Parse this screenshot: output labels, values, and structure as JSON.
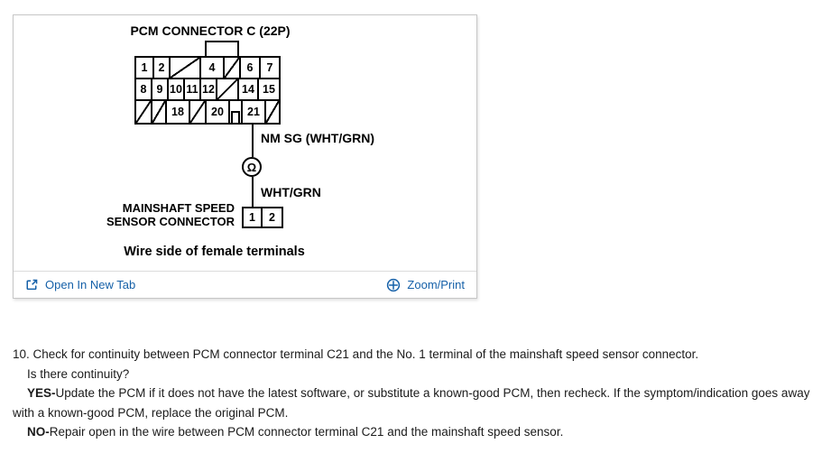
{
  "colors": {
    "link_blue": "#1560a8"
  },
  "figure_panel": {
    "title": "PCM CONNECTOR C (22P)",
    "pcm_connector": {
      "rows": [
        [
          "1",
          "2",
          "",
          "4",
          "",
          "6",
          "7"
        ],
        [
          "8",
          "9",
          "10",
          "11",
          "12",
          "",
          "14",
          "15"
        ],
        [
          "",
          "",
          "18",
          "",
          "20",
          "",
          "21",
          ""
        ]
      ]
    },
    "wire_label_top": "NM SG (WHT/GRN)",
    "terminal_symbol": "Ω",
    "wire_label_bottom": "WHT/GRN",
    "sensor_label_line1": "MAINSHAFT SPEED",
    "sensor_label_line2": "SENSOR CONNECTOR",
    "sensor_pins": [
      "1",
      "2"
    ],
    "caption": "Wire side of female terminals",
    "footer": {
      "open_in_new_tab": "Open In New Tab",
      "zoom_print": "Zoom/Print"
    }
  },
  "instructions": {
    "step_line": "10. Check for continuity between PCM connector terminal C21 and the No. 1 terminal of the mainshaft speed sensor connector.",
    "question": "Is there continuity?",
    "yes_prefix": "YES-",
    "yes_text": "Update the PCM if it does not have the latest software, or substitute a known-good PCM, then recheck. If the symptom/indication goes away with a known-good PCM, replace the original PCM.",
    "no_prefix": "NO-",
    "no_text": "Repair open in the wire between PCM connector terminal C21 and the mainshaft speed sensor."
  }
}
